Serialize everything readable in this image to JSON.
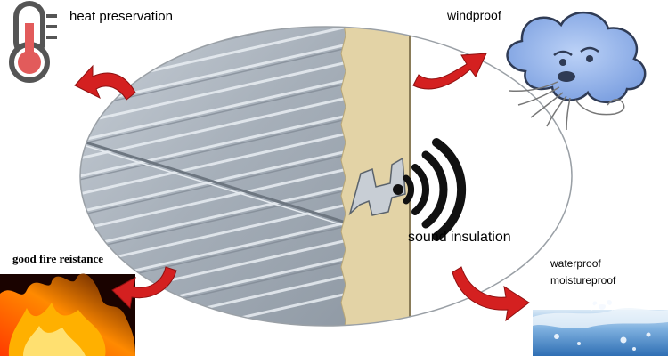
{
  "labels": {
    "heat_preservation": "heat preservation",
    "windproof": "windproof",
    "sound_insulation": "sound insulation",
    "good_fire_resistance": "good fire reistance",
    "waterproof": "waterproof",
    "moistureproof": "moistureproof"
  },
  "icons": {
    "heat": "thermometer-icon",
    "wind": "wind-cloud-icon",
    "sound": "sound-waves-icon",
    "fire": "fire-icon",
    "water": "water-splash-icon"
  },
  "colors": {
    "arrow": "#d42020",
    "steel": "#a9b2bc",
    "core": "#e3d3a6",
    "thermometer": "#e25b5b",
    "cloud": "#9cb9ee",
    "water": "#4d8ecf"
  }
}
